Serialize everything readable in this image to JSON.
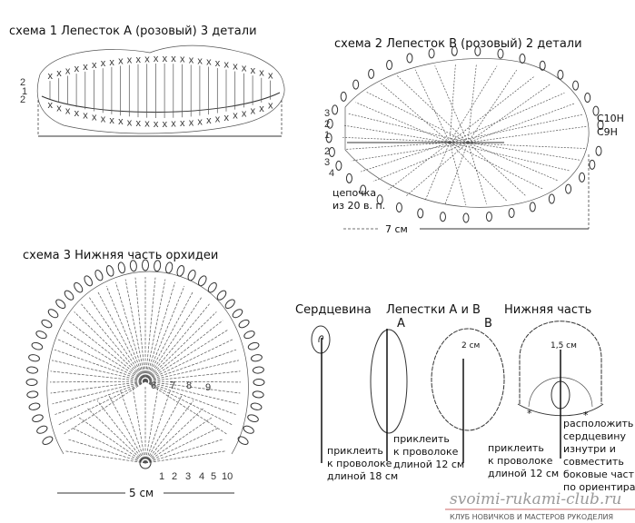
{
  "scheme1": {
    "title": "схема 1   Лепесток А (розовый) 3 детали",
    "row_labels": [
      "2",
      "1",
      "2"
    ]
  },
  "scheme2": {
    "title": "схема 2  Лепесток В (розовый) 2 детали",
    "row_labels": [
      "3",
      "2",
      "1",
      "2",
      "3",
      "4"
    ],
    "c10h": "C10H",
    "c9h": "C9H",
    "chain_line1": "цепочка",
    "chain_line2": "из 20 в. п.",
    "dimension": "7 см"
  },
  "scheme3": {
    "title": "схема 3 Нижняя часть орхидеи",
    "center_rows": [
      "6",
      "7",
      "8",
      "9"
    ],
    "bottom_rows": [
      "1",
      "2",
      "3",
      "4",
      "5",
      "10"
    ],
    "dimension": "5 см"
  },
  "assembly": {
    "core_title": "Сердцевина",
    "petals_title": "Лепестки А и В",
    "petal_a": "А",
    "petal_b": "В",
    "bottom_title": "Нижняя часть",
    "size_b": "2 см",
    "size_bottom": "1,5 см",
    "core_note": [
      "приклеить",
      "к проволоке",
      "длиной 18 см"
    ],
    "petal_a_note": [
      "приклеить",
      "к проволоке",
      "длиной 12 см"
    ],
    "petal_b_note": [
      "приклеить",
      "к проволоке",
      "длиной 12 см"
    ],
    "bottom_note": [
      "расположить",
      "сердцевину",
      "изнутри и",
      "совместить",
      "боковые части",
      "по ориентирам"
    ]
  },
  "watermark": {
    "site": "svoimi-rukami-club.ru",
    "tagline": "КЛУБ НОВИЧКОВ И МАСТЕРОВ РУКОДЕЛИЯ"
  }
}
